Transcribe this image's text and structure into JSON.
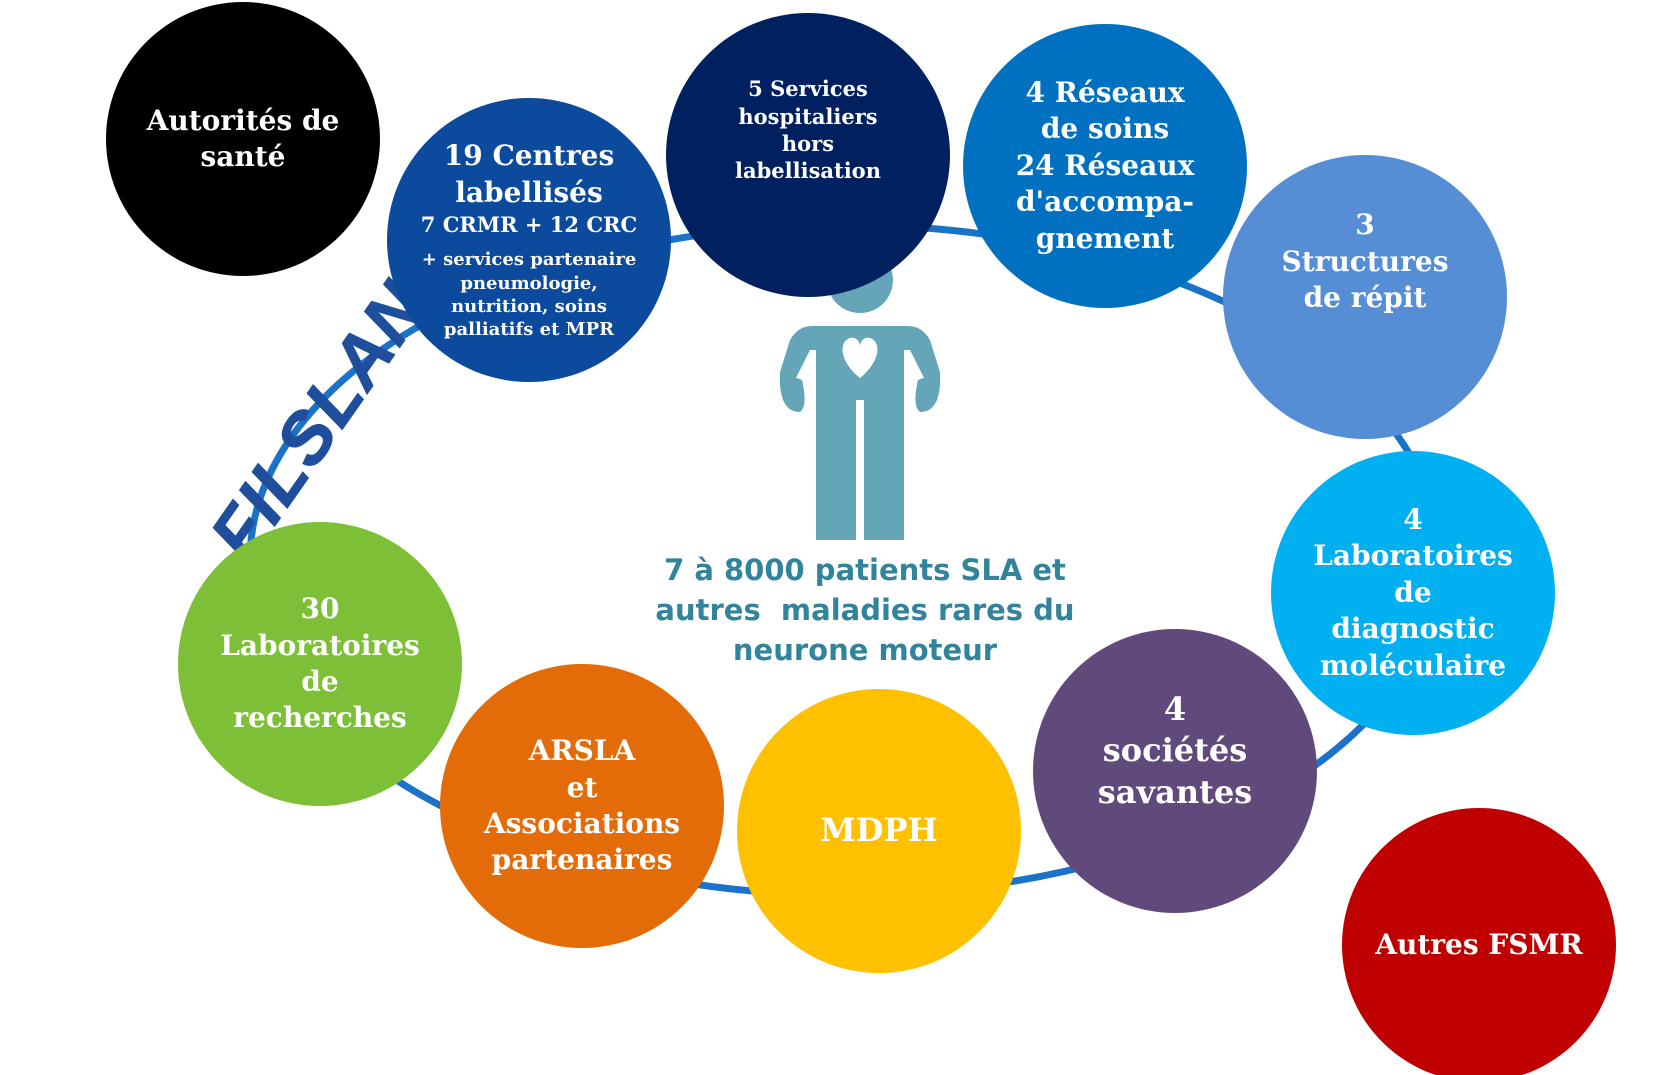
{
  "network_label": "FILSLAN",
  "center": {
    "lines": [
      "7 à 8000 patients SLA et",
      "autres  maladies rares du",
      "neurone moteur"
    ]
  },
  "nodes": {
    "autorites": {
      "lines": [
        "Autorités de",
        "santé"
      ],
      "color": "#000000"
    },
    "centres": {
      "lines": [
        "19 Centres",
        "labellisés"
      ],
      "sub": "7 CRMR + 12 CRC",
      "small": [
        "+ services partenaire",
        "pneumologie,",
        "nutrition, soins",
        "palliatifs et MPR"
      ],
      "color": "#0b4a9c"
    },
    "services": {
      "lines": [
        "5 Services",
        "hospitaliers",
        "hors",
        "labellisation"
      ],
      "color": "#002060"
    },
    "reseaux": {
      "lines": [
        "4 Réseaux",
        "de soins",
        "24 Réseaux",
        "d'accompa-",
        "gnement"
      ],
      "color": "#0070c0"
    },
    "repit": {
      "lines": [
        "3",
        "Structures",
        "de répit"
      ],
      "color": "#558ed5"
    },
    "labodiag": {
      "lines": [
        "4",
        "Laboratoires",
        "de",
        "diagnostic",
        "moléculaire"
      ],
      "color": "#00b0f0"
    },
    "societes": {
      "lines": [
        "4",
        "sociétés",
        "savantes"
      ],
      "color": "#604a7b"
    },
    "mdph": {
      "lines": [
        "MDPH"
      ],
      "color": "#ffc000"
    },
    "arsla": {
      "lines": [
        "ARSLA",
        "et",
        "Associations",
        "partenaires"
      ],
      "color": "#e36c09"
    },
    "labrech": {
      "lines": [
        "30",
        "Laboratoires",
        "de",
        "recherches"
      ],
      "color": "#7dbf36"
    },
    "fsmr": {
      "lines": [
        "Autres FSMR"
      ],
      "color": "#c00000"
    }
  },
  "colors": {
    "ring": "#1a73c8",
    "person": "#64a5b8",
    "center_text": "#31849b"
  }
}
